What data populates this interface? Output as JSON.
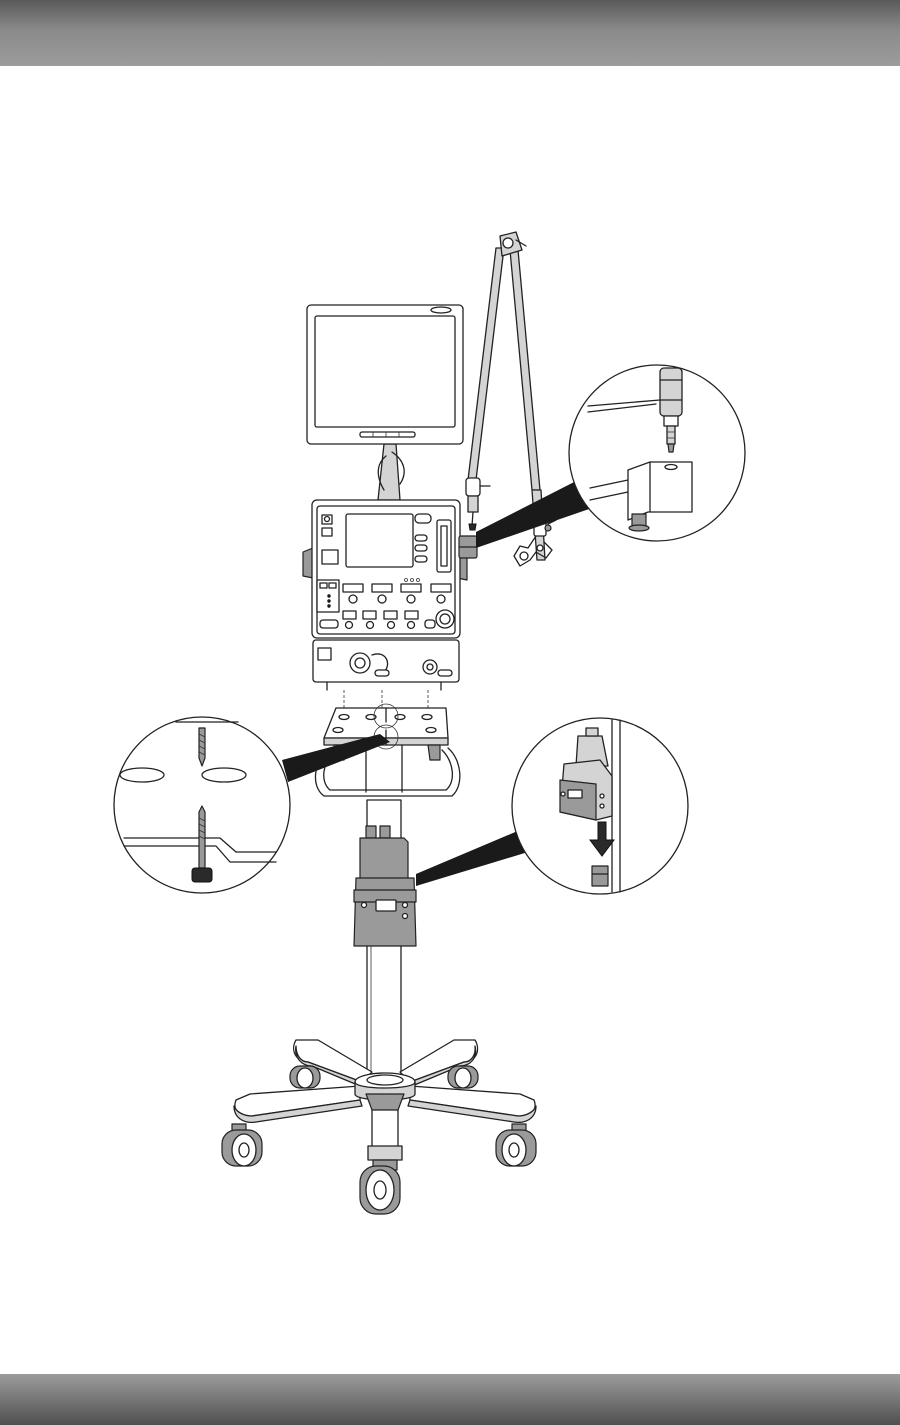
{
  "header_bar": {
    "color": "#7d7d7d"
  },
  "footer_bar": {
    "color": "#7d7d7d"
  },
  "figure": {
    "subject": "ventilator-on-trolley-assembly",
    "callouts": [
      "detail-arm-mount",
      "detail-mounting-plate-screws",
      "detail-humidifier-bracket"
    ],
    "icons": [
      "down-arrow-icon"
    ]
  }
}
